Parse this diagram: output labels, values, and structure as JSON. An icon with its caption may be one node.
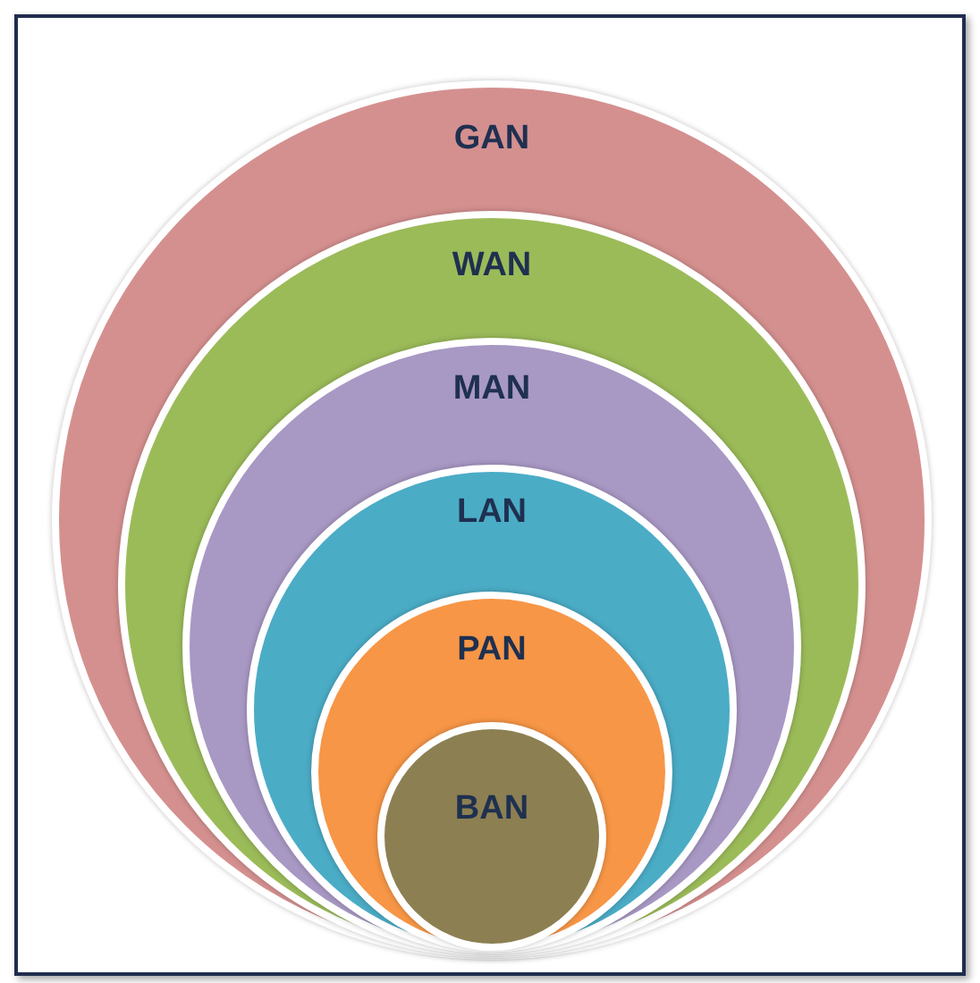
{
  "diagram": {
    "nodes": [
      {
        "text": [
          "GAN"
        ]
      },
      {
        "text": [
          "WAN"
        ],
        "in": 0
      },
      {
        "text": [
          "MAN"
        ],
        "in": 1
      },
      {
        "text": [
          "LAN"
        ],
        "in": 2
      },
      {
        "text": [
          "PAN"
        ],
        "in": 3
      },
      {
        "text": [
          "BAN"
        ],
        "in": 4
      }
    ]
  }
}
